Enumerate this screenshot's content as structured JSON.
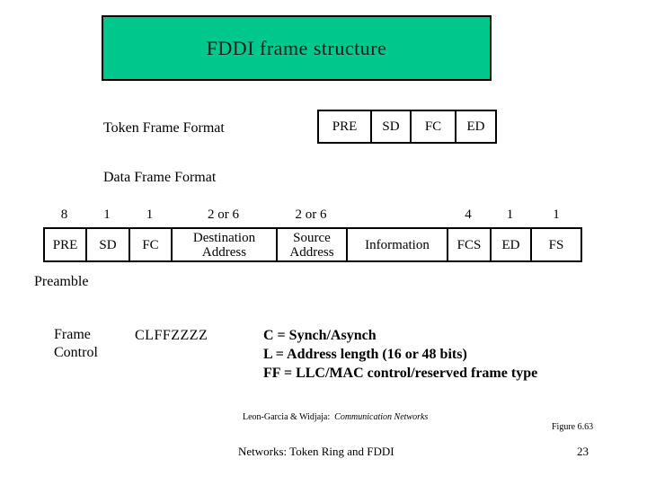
{
  "slide": {
    "title": "FDDI frame structure",
    "token_frame": {
      "heading": "Token Frame Format",
      "fields": [
        {
          "name": "PRE"
        },
        {
          "name": "SD"
        },
        {
          "name": "FC"
        },
        {
          "name": "ED"
        }
      ]
    },
    "data_frame": {
      "heading": "Data Frame Format",
      "fields": [
        {
          "size": "8",
          "name": "PRE"
        },
        {
          "size": "1",
          "name": "SD"
        },
        {
          "size": "1",
          "name": "FC"
        },
        {
          "size": "2 or 6",
          "name": "Destination Address"
        },
        {
          "size": "2 or 6",
          "name": "Source Address"
        },
        {
          "size": "",
          "name": "Information"
        },
        {
          "size": "4",
          "name": "FCS"
        },
        {
          "size": "1",
          "name": "ED"
        },
        {
          "size": "1",
          "name": "FS"
        }
      ]
    },
    "annotations": {
      "preamble_label": "Preamble",
      "frame_control_label": "Frame Control",
      "frame_control_bits": "CLFFZZZZ",
      "legend_lines": [
        "C = Synch/Asynch",
        "L = Address length (16 or 48 bits)",
        "FF = LLC/MAC control/reserved frame type"
      ]
    },
    "footer": {
      "citation_authors": "Leon-Garcia & Widjaja:",
      "citation_book": "Communication Networks",
      "figure_label": "Figure 6.63",
      "deck_title": "Networks: Token Ring and FDDI",
      "page_number": "23"
    },
    "colors": {
      "title_background": "#00C88C"
    }
  }
}
